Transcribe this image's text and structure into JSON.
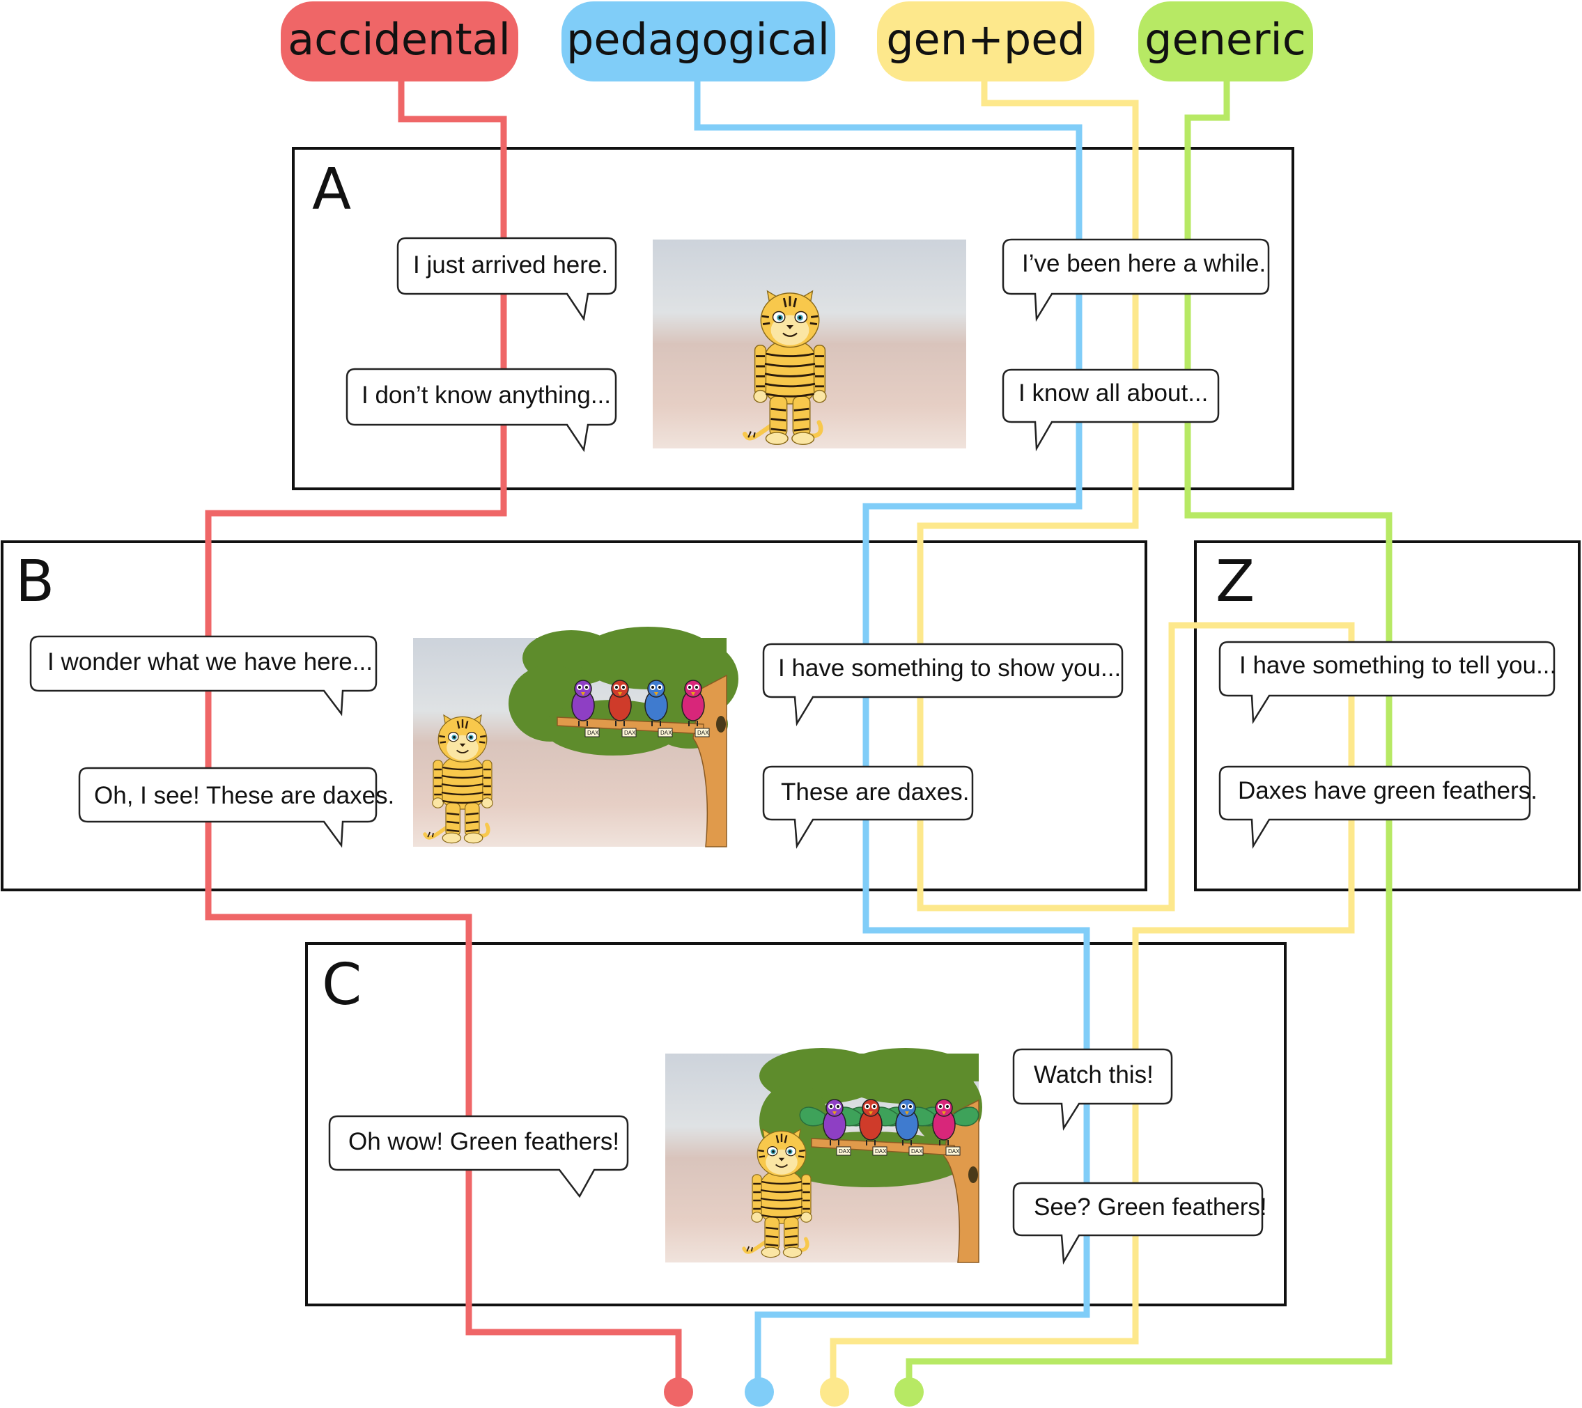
{
  "colors": {
    "accidental": "#ef6667",
    "pedagogical": "#80cdf8",
    "genped": "#fde88c",
    "generic": "#b7e964",
    "tiger_body": "#f8c84c",
    "tiger_stripe": "#2b1b0b",
    "foliage": "#5e8c2c",
    "trunk": "#e09a4b"
  },
  "conditions": [
    {
      "key": "accidental",
      "label": "accidental"
    },
    {
      "key": "pedagogical",
      "label": "pedagogical"
    },
    {
      "key": "genped",
      "label": "gen+ped"
    },
    {
      "key": "generic",
      "label": "generic"
    }
  ],
  "panels": {
    "A": {
      "letter": "A",
      "left_bubbles": [
        "I just arrived here.",
        "I don’t know anything..."
      ],
      "right_bubbles": [
        "I’ve been here a while.",
        "I know all about..."
      ]
    },
    "B": {
      "letter": "B",
      "left_bubbles": [
        "I wonder what we have here...",
        "Oh, I see! These are daxes."
      ],
      "right_bubbles": [
        "I have something to show you...",
        "These are daxes."
      ]
    },
    "Z": {
      "letter": "Z",
      "bubbles": [
        "I have something to tell you...",
        "Daxes have green feathers."
      ]
    },
    "C": {
      "letter": "C",
      "left_bubbles": [
        "Oh wow! Green feathers!"
      ],
      "right_bubbles": [
        "Watch this!",
        "See? Green feathers!"
      ]
    }
  },
  "bird_tag": "DAX",
  "bird_colors": [
    "#8e3fc4",
    "#cf3b2a",
    "#3f7bcf",
    "#d8267a"
  ]
}
